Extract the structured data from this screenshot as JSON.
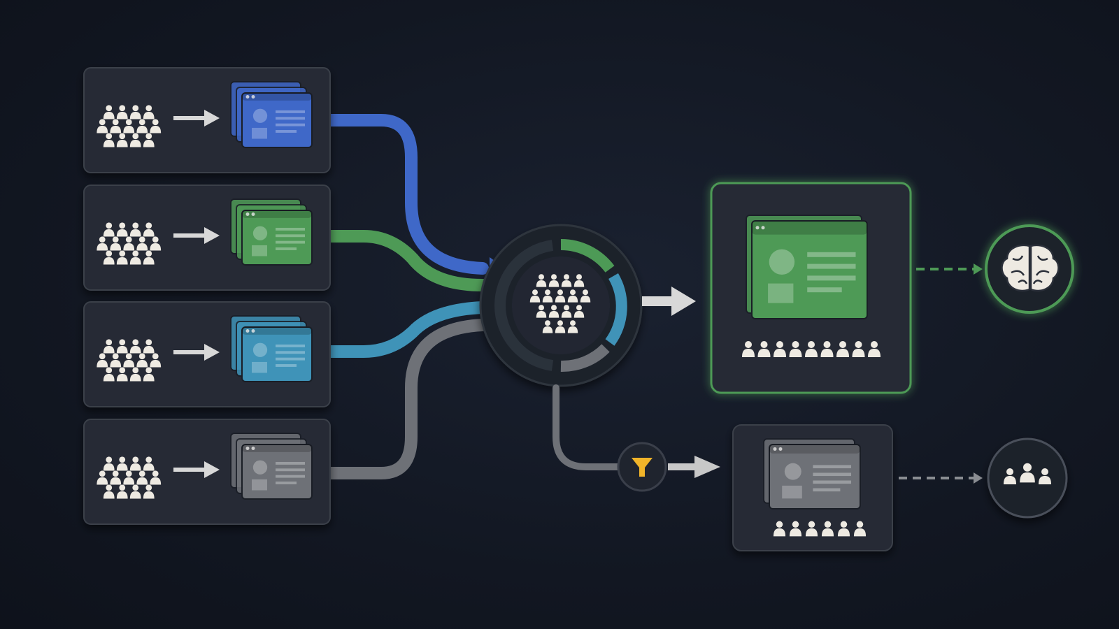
{
  "colors": {
    "background": "#121722",
    "card": "#252a34",
    "card_border": "#3a3f4a",
    "blue": "#3f68c8",
    "green": "#4e9a56",
    "teal": "#3f93b8",
    "gray": "#6e7177",
    "funnel": "#f0b429",
    "person": "#eeeae2",
    "arrow": "#d8d8d8"
  },
  "diagram": {
    "source_cards": [
      {
        "id": "source-blue",
        "color": "blue"
      },
      {
        "id": "source-green",
        "color": "green"
      },
      {
        "id": "source-teal",
        "color": "teal"
      },
      {
        "id": "source-gray",
        "color": "gray"
      }
    ],
    "hub": {
      "segments": [
        "green",
        "teal",
        "gray",
        "dark"
      ]
    },
    "outputs": [
      {
        "id": "primary-output",
        "color": "green",
        "people_count": 9,
        "destination_icon": "brain-icon"
      },
      {
        "id": "filtered-output",
        "color": "gray",
        "people_count": 6,
        "destination_icon": "group-icon",
        "filter_icon": "funnel-icon"
      }
    ]
  }
}
